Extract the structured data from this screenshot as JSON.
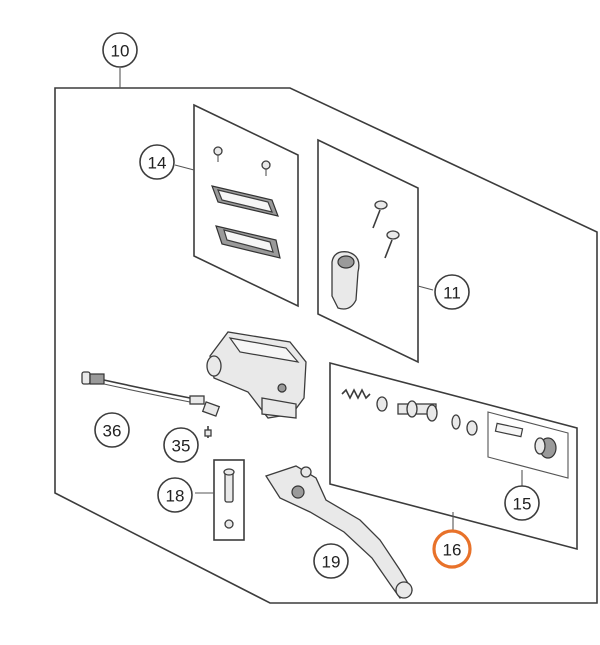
{
  "diagram": {
    "highlight_color": "#e8722a",
    "callouts": [
      {
        "id": "10",
        "label": "10"
      },
      {
        "id": "14",
        "label": "14"
      },
      {
        "id": "11",
        "label": "11"
      },
      {
        "id": "36",
        "label": "36"
      },
      {
        "id": "35",
        "label": "35"
      },
      {
        "id": "18",
        "label": "18"
      },
      {
        "id": "15",
        "label": "15"
      },
      {
        "id": "19",
        "label": "19"
      },
      {
        "id": "16",
        "label": "16",
        "highlighted": true
      }
    ]
  }
}
